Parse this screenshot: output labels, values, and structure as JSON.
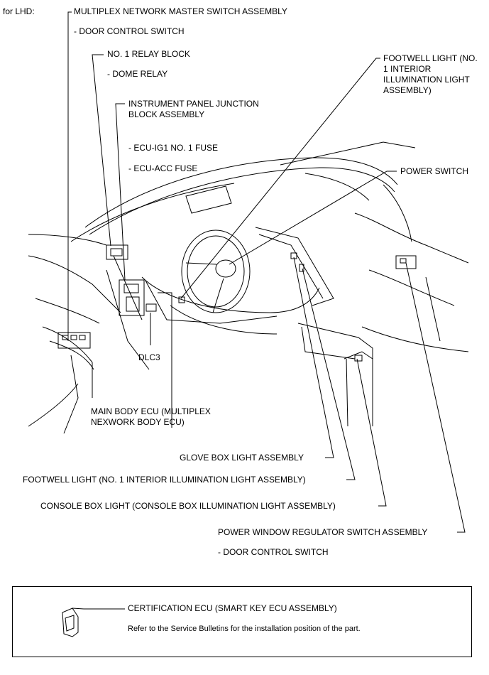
{
  "title": "for LHD:",
  "labels": {
    "mns": "MULTIPLEX NETWORK MASTER SWITCH ASSEMBLY",
    "mns_sub": "- DOOR CONTROL SWITCH",
    "relay": "NO. 1 RELAY BLOCK",
    "relay_sub": "- DOME  RELAY",
    "ipjb": "INSTRUMENT PANEL JUNCTION BLOCK ASSEMBLY",
    "ipjb_sub1": "- ECU-IG1 NO. 1 FUSE",
    "ipjb_sub2": "- ECU-ACC FUSE",
    "footwell_top": "FOOTWELL LIGHT (NO. 1 INTERIOR ILLUMINATION LIGHT ASSEMBLY)",
    "power_switch": "POWER SWITCH",
    "dlc3": "DLC3",
    "main_body_ecu": "MAIN BODY ECU (MULTIPLEX NEXWORK BODY ECU)",
    "glove_box": "GLOVE BOX LIGHT ASSEMBLY",
    "footwell_bottom": "FOOTWELL LIGHT (NO. 1 INTERIOR ILLUMINATION LIGHT ASSEMBLY)",
    "console_box": "CONSOLE BOX LIGHT (CONSOLE BOX ILLUMINATION LIGHT ASSEMBLY)",
    "pw_regulator": "POWER WINDOW REGULATOR SWITCH ASSEMBLY",
    "pw_sub": "- DOOR CONTROL SWITCH"
  },
  "legend": {
    "cert_ecu": "CERTIFICATION ECU (SMART KEY ECU ASSEMBLY)",
    "note": "Refer to the Service Bulletins for the installation position of the part."
  }
}
